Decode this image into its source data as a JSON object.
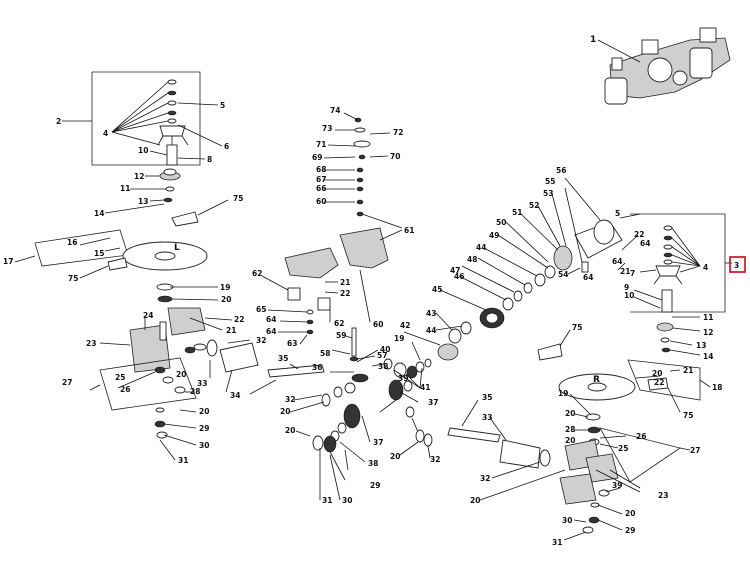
{
  "callouts": [
    "1",
    "2",
    "3",
    "4",
    "5",
    "6",
    "7",
    "8",
    "9",
    "10",
    "11",
    "12",
    "13",
    "14",
    "15",
    "16",
    "17",
    "18",
    "19",
    "20",
    "21",
    "22",
    "23",
    "24",
    "25",
    "26",
    "27",
    "28",
    "29",
    "30",
    "31",
    "32",
    "33",
    "34",
    "35",
    "36",
    "37",
    "38",
    "39",
    "40",
    "41",
    "42",
    "43",
    "44",
    "45",
    "46",
    "47",
    "48",
    "49",
    "50",
    "51",
    "52",
    "53",
    "54",
    "55",
    "56",
    "57",
    "58",
    "59",
    "60",
    "61",
    "62",
    "63",
    "64",
    "65",
    "66",
    "67",
    "68",
    "69",
    "70",
    "71",
    "72",
    "73",
    "74",
    "75"
  ],
  "plate_letters": {
    "left_disc": "L",
    "right_disc": "R"
  },
  "highlighted_callout": "3",
  "colors": {
    "highlight": "#d0021b",
    "line": "#111111"
  }
}
